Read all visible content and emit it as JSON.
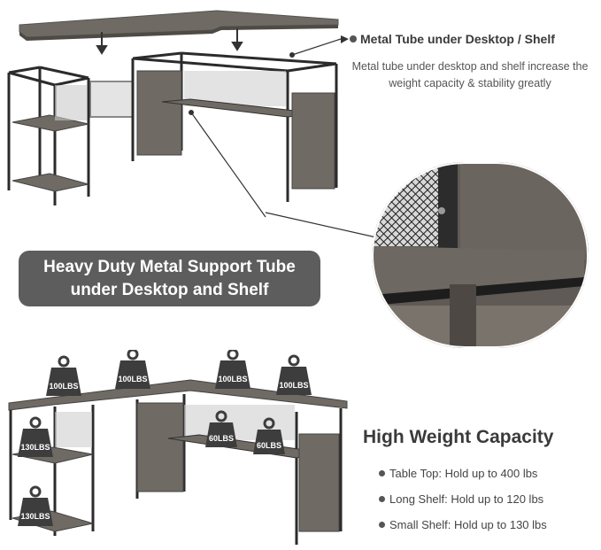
{
  "feature": {
    "title": "Metal Tube under Desktop / Shelf",
    "description": "Metal tube under desktop and shelf increase the weight capacity & stability greatly"
  },
  "banner": {
    "line1": "Heavy Duty Metal Support Tube",
    "line2": "under Desktop and Shelf"
  },
  "capacity": {
    "title": "High Weight Capacity",
    "items": [
      "Table Top: Hold up to 400 lbs",
      "Long Shelf: Hold up to 120 lbs",
      "Small Shelf: Hold up to 130 lbs"
    ]
  },
  "weights": {
    "top1": "100LBS",
    "top2": "100LBS",
    "top3": "100LBS",
    "top4": "100LBS",
    "shelf_small_upper": "130LBS",
    "shelf_small_lower": "130LBS",
    "shelf_long_1": "60LBS",
    "shelf_long_2": "60LBS"
  },
  "colors": {
    "wood": "#6f6a63",
    "metal": "#2b2b2b",
    "banner": "#5d5d5d",
    "weight": "#3d3d3d"
  }
}
